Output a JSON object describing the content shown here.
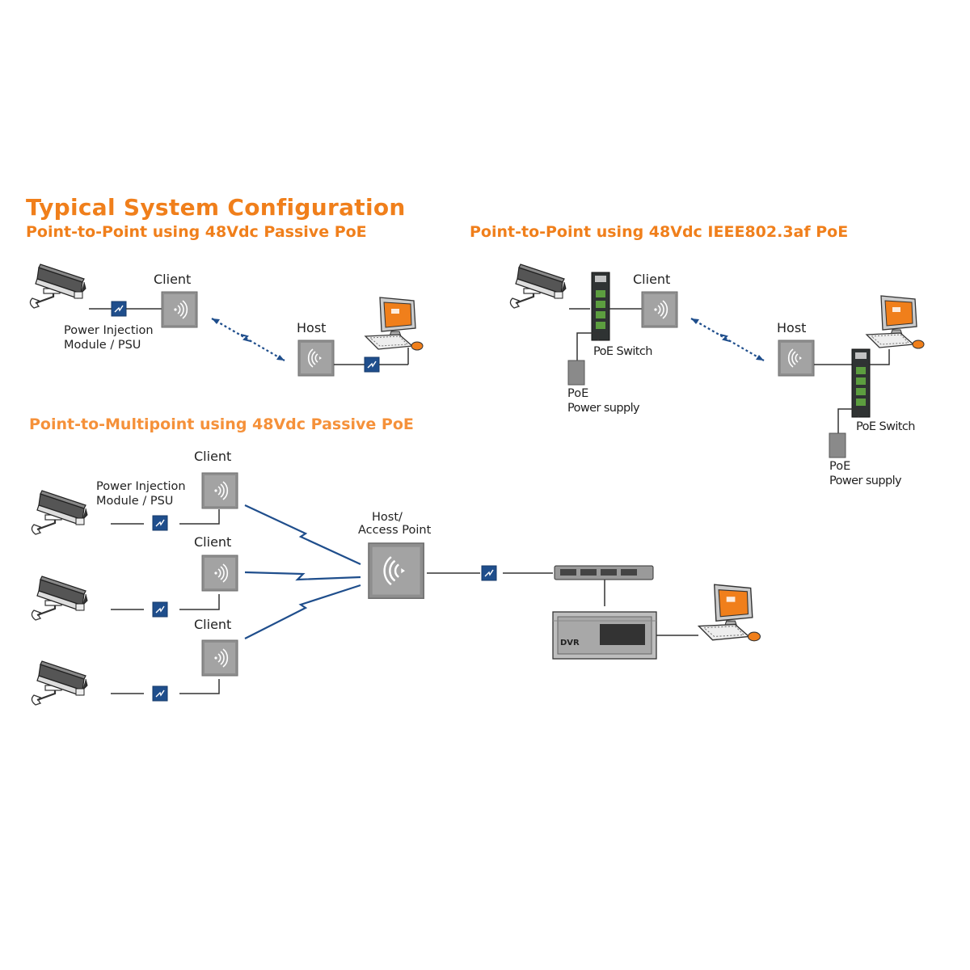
{
  "title": "Typical System Configuration",
  "colors": {
    "accent": "#F07F1B",
    "link": "#1F4E8C",
    "device_gray": "#8C8C8C",
    "injector_blue": "#1F4E8C",
    "switch_dark": "#2F3333",
    "port_green": "#5C9E3F",
    "screen_orange": "#F07F1B"
  },
  "sections": {
    "p2p_passive": {
      "title": "Point-to-Point using 48Vdc Passive PoE",
      "client_label": "Client",
      "host_label": "Host",
      "injector_label_line1": "Power Injection",
      "injector_label_line2": "Module / PSU",
      "devices": [
        "ip-camera",
        "power-injection-module",
        "client-radio",
        "wireless-link",
        "host-radio",
        "power-injection-module",
        "computer"
      ]
    },
    "p2p_af": {
      "title": "Point-to-Point using 48Vdc IEEE802.3af PoE",
      "client_label": "Client",
      "host_label": "Host",
      "switch_label_client": "PoE Switch",
      "switch_label_host": "PoE Switch",
      "psu_label_client_line1": "PoE",
      "psu_label_client_line2": "Power supply",
      "psu_label_host_line1": "PoE",
      "psu_label_host_line2": "Power supply",
      "devices": [
        "ip-camera",
        "poe-switch",
        "poe-power-supply",
        "client-radio",
        "wireless-link",
        "host-radio",
        "poe-switch",
        "poe-power-supply",
        "computer"
      ]
    },
    "p2mp_passive": {
      "title": "Point-to-Multipoint using 48Vdc Passive PoE",
      "client_labels": [
        "Client",
        "Client",
        "Client"
      ],
      "injector_label_line1": "Power Injection",
      "injector_label_line2": "Module / PSU",
      "host_label_line1": "Host/",
      "host_label_line2": "Access Point",
      "dvr_label": "DVR",
      "devices": [
        "ip-camera x3",
        "power-injection-module x4",
        "client-radio x3",
        "wireless-link x3",
        "access-point-radio",
        "network-switch",
        "dvr",
        "computer"
      ]
    }
  }
}
